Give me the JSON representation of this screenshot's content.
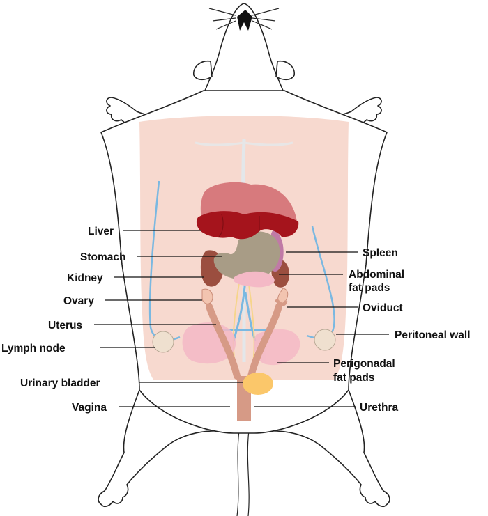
{
  "labels": {
    "liver": "Liver",
    "stomach": "Stomach",
    "kidney": "Kidney",
    "ovary": "Ovary",
    "uterus": "Uterus",
    "lymph_node": "Lymph node",
    "urinary_bladder": "Urinary bladder",
    "vagina": "Vagina",
    "spleen": "Spleen",
    "abdominal_fat_pads_1": "Abdominal",
    "abdominal_fat_pads_2": "fat pads",
    "oviduct": "Oviduct",
    "peritoneal_wall": "Peritoneal wall",
    "perigonadal_fat_pads_1": "Perigonadal",
    "perigonadal_fat_pads_2": "fat pads",
    "urethra": "Urethra"
  },
  "colors": {
    "peritoneum": "#f7d9cf",
    "liver_dark": "#a5141c",
    "liver_light": "#d77a7d",
    "stomach": "#a89c86",
    "kidney": "#9b4e3f",
    "spleen": "#c07aa6",
    "fat_pad": "#f4b9c6",
    "uterus": "#d69a86",
    "bladder": "#fbc76a",
    "lymph": "#efe0cf",
    "vessel_blue": "#7ab8e1",
    "ureter": "#f6d58c"
  }
}
